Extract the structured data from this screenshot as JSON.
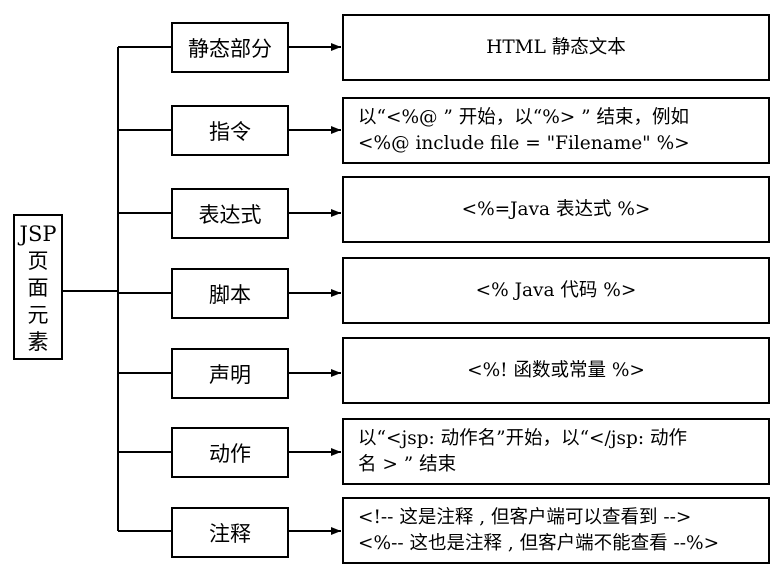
{
  "root": {
    "lines": [
      "JSP",
      "页",
      "面",
      "元",
      "素"
    ]
  },
  "rows": [
    {
      "category": "静态部分",
      "description": [
        "HTML 静态文本"
      ]
    },
    {
      "category": "指令",
      "description": [
        "以“<%@ ” 开始，以“%> ” 结束，例如",
        "<%@ include file = \"Filename\" %>"
      ]
    },
    {
      "category": "表达式",
      "description": [
        "<%=Java 表达式 %>"
      ]
    },
    {
      "category": "脚本",
      "description": [
        "<% Java 代码 %>"
      ]
    },
    {
      "category": "声明",
      "description": [
        "<%! 函数或常量 %>"
      ]
    },
    {
      "category": "动作",
      "description": [
        "以“<jsp: 动作名”开始，以“</jsp: 动作",
        "名 > ” 结束"
      ]
    },
    {
      "category": "注释",
      "description": [
        "<!-- 这是注释 , 但客户端可以查看到 -->",
        "<%-- 这也是注释 , 但客户端不能查看 --%>"
      ]
    }
  ]
}
